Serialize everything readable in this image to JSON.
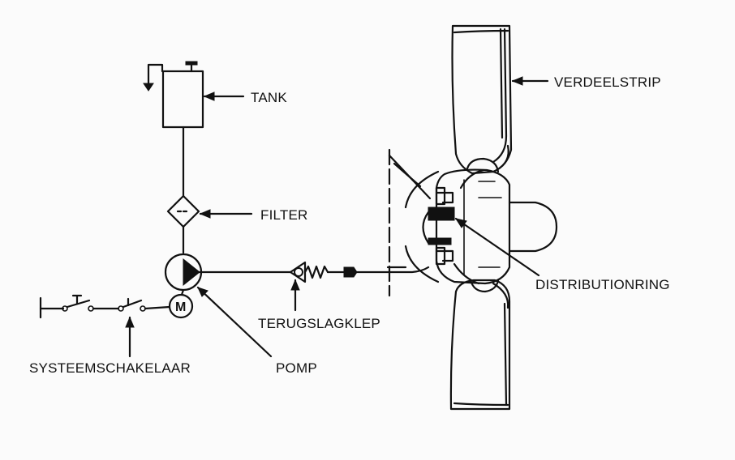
{
  "labels": {
    "tank": "TANK",
    "filter": "FILTER",
    "verdeelstrip": "VERDEELSTRIP",
    "distributionring": "DISTRIBUTIONRING",
    "terugslagklep": "TERUGSLAGKLEP",
    "systeemschakelaar": "SYSTEEMSCHAKELAAR",
    "pomp": "POMP",
    "motor_symbol": "M"
  }
}
